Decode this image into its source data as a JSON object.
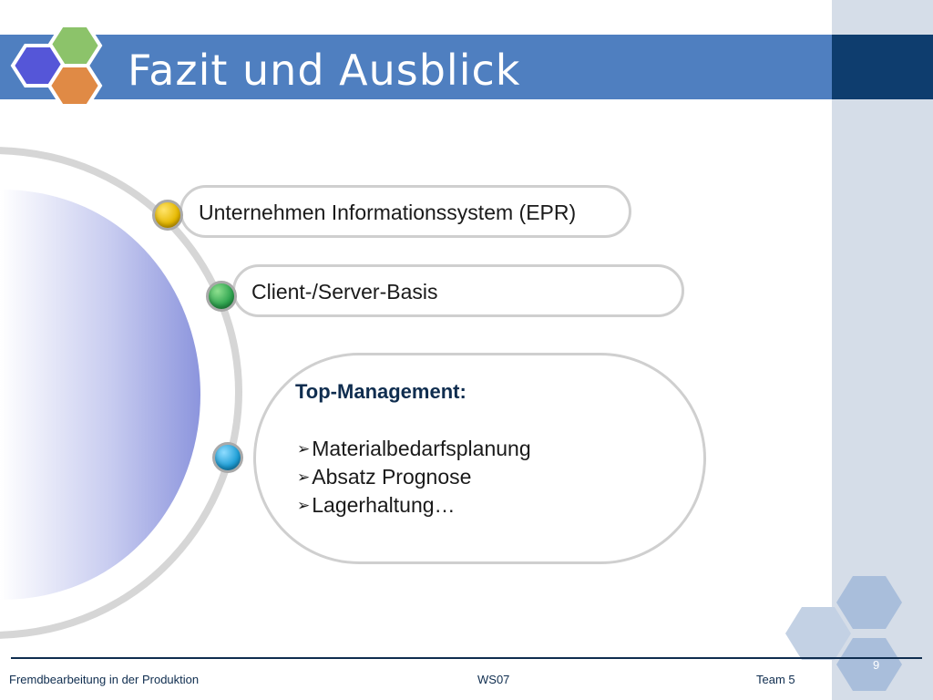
{
  "slide": {
    "title": "Fazit und Ausblick",
    "items": [
      {
        "label": "Unternehmen Informationssystem (EPR)"
      },
      {
        "label": "Client-/Server-Basis"
      }
    ],
    "box": {
      "heading": "Top-Management:",
      "bullets": [
        {
          "text": "Materialbedarfsplanung"
        },
        {
          "text": "Absatz Prognose"
        },
        {
          "text": "Lagerhaltung…"
        }
      ]
    },
    "page_number": "9"
  },
  "footer": {
    "left": "Fremdbearbeitung in der Produktion",
    "middle": "WS07",
    "right": "Team 5"
  },
  "colors": {
    "title_bar": "#4f7fc0",
    "title_bar_dark": "#0e3d6e",
    "side_panel": "#d5dde8",
    "heading_text": "#0f2d4f",
    "dot_yellow": "#e6b800",
    "dot_green": "#2ea44f",
    "dot_blue": "#1e9ed6"
  },
  "icons": {
    "bullet": "arrow-bullet-icon",
    "logo": "hexagon-cluster-logo"
  }
}
